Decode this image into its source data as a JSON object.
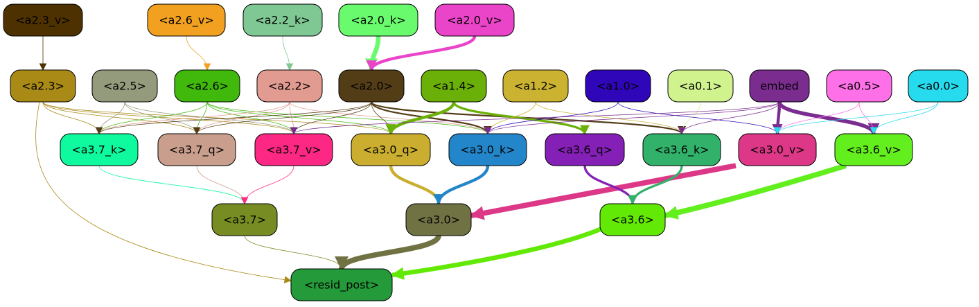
{
  "nodes": [
    {
      "id": "a2_3_v",
      "label": "<a2.3_v>",
      "color": "#4d3100"
    },
    {
      "id": "a2_6_v",
      "label": "<a2.6_v>",
      "color": "#f1a020"
    },
    {
      "id": "a2_2_k",
      "label": "<a2.2_k>",
      "color": "#7fc893"
    },
    {
      "id": "a2_0_k",
      "label": "<a2.0_k>",
      "color": "#69fb6d"
    },
    {
      "id": "a2_0_v",
      "label": "<a2.0_v>",
      "color": "#ea44c9"
    },
    {
      "id": "a2_3",
      "label": "<a2.3>",
      "color": "#a98a17"
    },
    {
      "id": "a2_5",
      "label": "<a2.5>",
      "color": "#949a7c"
    },
    {
      "id": "a2_6",
      "label": "<a2.6>",
      "color": "#40b80c"
    },
    {
      "id": "a2_2",
      "label": "<a2.2>",
      "color": "#e29b90"
    },
    {
      "id": "a2_0",
      "label": "<a2.0>",
      "color": "#533d17"
    },
    {
      "id": "a1_4",
      "label": "<a1.4>",
      "color": "#6bb008"
    },
    {
      "id": "a1_2",
      "label": "<a1.2>",
      "color": "#cbb231"
    },
    {
      "id": "a1_0",
      "label": "<a1.0>",
      "color": "#3006b9"
    },
    {
      "id": "a0_1",
      "label": "<a0.1>",
      "color": "#d0f38e"
    },
    {
      "id": "embed",
      "label": "embed",
      "color": "#7a2d8f"
    },
    {
      "id": "a0_5",
      "label": "<a0.5>",
      "color": "#fd70e7"
    },
    {
      "id": "a0_0",
      "label": "<a0.0>",
      "color": "#26dbed"
    },
    {
      "id": "a3_7_k",
      "label": "<a3.7_k>",
      "color": "#0ffa9e"
    },
    {
      "id": "a3_7_q",
      "label": "<a3.7_q>",
      "color": "#c99e8c"
    },
    {
      "id": "a3_7_v",
      "label": "<a3.7_v>",
      "color": "#fc2884"
    },
    {
      "id": "a3_0_q",
      "label": "<a3.0_q>",
      "color": "#cbae30"
    },
    {
      "id": "a3_0_k",
      "label": "<a3.0_k>",
      "color": "#2486ca"
    },
    {
      "id": "a3_6_q",
      "label": "<a3.6_q>",
      "color": "#8420b6"
    },
    {
      "id": "a3_6_k",
      "label": "<a3.6_k>",
      "color": "#31b169"
    },
    {
      "id": "a3_0_v",
      "label": "<a3.0_v>",
      "color": "#dc3887"
    },
    {
      "id": "a3_6_v",
      "label": "<a3.6_v>",
      "color": "#63ef1d"
    },
    {
      "id": "a3_7",
      "label": "<a3.7>",
      "color": "#778d23"
    },
    {
      "id": "a3_0",
      "label": "<a3.0>",
      "color": "#717244"
    },
    {
      "id": "a3_6",
      "label": "<a3.6>",
      "color": "#63e906"
    },
    {
      "id": "resid_post",
      "label": "<resid_post>",
      "color": "#259a3b"
    }
  ],
  "edges": [
    {
      "from": "a2_3_v",
      "to": "a2_3",
      "color": "#4d3100",
      "weight": 1
    },
    {
      "from": "a2_6_v",
      "to": "a2_6",
      "color": "#f1a020",
      "weight": 1
    },
    {
      "from": "a2_2_k",
      "to": "a2_2",
      "color": "#7fc893",
      "weight": 1
    },
    {
      "from": "a2_0_k",
      "to": "a2_0",
      "color": "#69fb6d",
      "weight": 6
    },
    {
      "from": "a2_0_v",
      "to": "a2_0",
      "color": "#ea44c9",
      "weight": 4
    },
    {
      "from": "a2_3",
      "to": "a3_7_k",
      "color": "#a98a17",
      "weight": 1
    },
    {
      "from": "a2_3",
      "to": "a3_7_q",
      "color": "#a98a17",
      "weight": 1
    },
    {
      "from": "a2_3",
      "to": "a3_7_v",
      "color": "#a98a17",
      "weight": 1
    },
    {
      "from": "a2_3",
      "to": "a3_0_q",
      "color": "#a98a17",
      "weight": 1
    },
    {
      "from": "a2_3",
      "to": "resid_post",
      "color": "#a98a17",
      "weight": 1
    },
    {
      "from": "a2_5",
      "to": "a3_7_k",
      "color": "#949a7c",
      "weight": 1
    },
    {
      "from": "a2_5",
      "to": "a3_7_q",
      "color": "#949a7c",
      "weight": 1
    },
    {
      "from": "a2_5",
      "to": "a3_7_v",
      "color": "#949a7c",
      "weight": 1
    },
    {
      "from": "a2_6",
      "to": "a3_7_k",
      "color": "#40b80c",
      "weight": 1
    },
    {
      "from": "a2_6",
      "to": "a3_7_q",
      "color": "#40b80c",
      "weight": 1
    },
    {
      "from": "a2_6",
      "to": "a3_7_v",
      "color": "#40b80c",
      "weight": 1
    },
    {
      "from": "a2_6",
      "to": "a3_0_q",
      "color": "#40b80c",
      "weight": 1
    },
    {
      "from": "a2_6",
      "to": "a3_0_k",
      "color": "#40b80c",
      "weight": 1
    },
    {
      "from": "a2_2",
      "to": "a3_7_k",
      "color": "#e29b90",
      "weight": 1
    },
    {
      "from": "a2_2",
      "to": "a3_7_q",
      "color": "#e29b90",
      "weight": 1
    },
    {
      "from": "a2_2",
      "to": "a3_7_v",
      "color": "#e29b90",
      "weight": 1
    },
    {
      "from": "a2_2",
      "to": "a3_0_k",
      "color": "#e29b90",
      "weight": 1
    },
    {
      "from": "a2_0",
      "to": "a3_7_k",
      "color": "#533d17",
      "weight": 1
    },
    {
      "from": "a2_0",
      "to": "a3_7_q",
      "color": "#533d17",
      "weight": 1
    },
    {
      "from": "a2_0",
      "to": "a3_7_v",
      "color": "#533d17",
      "weight": 1
    },
    {
      "from": "a2_0",
      "to": "a3_0_q",
      "color": "#533d17",
      "weight": 1
    },
    {
      "from": "a2_0",
      "to": "a3_0_k",
      "color": "#533d17",
      "weight": 2
    },
    {
      "from": "a2_0",
      "to": "a3_6_k",
      "color": "#533d17",
      "weight": 2
    },
    {
      "from": "a1_4",
      "to": "a3_0_q",
      "color": "#6bb008",
      "weight": 4
    },
    {
      "from": "a1_4",
      "to": "a3_6_q",
      "color": "#6bb008",
      "weight": 3
    },
    {
      "from": "a1_2",
      "to": "a3_0_k",
      "color": "#cbb231",
      "weight": 1
    },
    {
      "from": "a1_2",
      "to": "a3_6_k",
      "color": "#cbb231",
      "weight": 1
    },
    {
      "from": "a1_0",
      "to": "a3_0_k",
      "color": "#3006b9",
      "weight": 1
    },
    {
      "from": "a1_0",
      "to": "a3_0_v",
      "color": "#3006b9",
      "weight": 1
    },
    {
      "from": "a0_1",
      "to": "a3_6_k",
      "color": "#d0f38e",
      "weight": 1
    },
    {
      "from": "embed",
      "to": "a3_7_v",
      "color": "#7a2d8f",
      "weight": 1
    },
    {
      "from": "embed",
      "to": "a3_0_k",
      "color": "#7a2d8f",
      "weight": 1
    },
    {
      "from": "embed",
      "to": "a3_6_k",
      "color": "#7a2d8f",
      "weight": 1
    },
    {
      "from": "embed",
      "to": "a3_0_v",
      "color": "#7a2d8f",
      "weight": 4
    },
    {
      "from": "embed",
      "to": "a3_6_v",
      "color": "#7a2d8f",
      "weight": 5
    },
    {
      "from": "a0_5",
      "to": "a3_0_v",
      "color": "#fd70e7",
      "weight": 1
    },
    {
      "from": "a0_5",
      "to": "a3_6_v",
      "color": "#fd70e7",
      "weight": 1
    },
    {
      "from": "a0_0",
      "to": "a3_0_v",
      "color": "#26dbed",
      "weight": 1
    },
    {
      "from": "a0_0",
      "to": "a3_6_v",
      "color": "#26dbed",
      "weight": 1
    },
    {
      "from": "a3_7_k",
      "to": "a3_7",
      "color": "#0ffa9e",
      "weight": 1
    },
    {
      "from": "a3_7_q",
      "to": "a3_7",
      "color": "#c99e8c",
      "weight": 1
    },
    {
      "from": "a3_7_v",
      "to": "a3_7",
      "color": "#fc2884",
      "weight": 1
    },
    {
      "from": "a3_0_q",
      "to": "a3_0",
      "color": "#cbae30",
      "weight": 4
    },
    {
      "from": "a3_0_k",
      "to": "a3_0",
      "color": "#2486ca",
      "weight": 4
    },
    {
      "from": "a3_0_v",
      "to": "a3_0",
      "color": "#dc3887",
      "weight": 7
    },
    {
      "from": "a3_6_q",
      "to": "a3_6",
      "color": "#8420b6",
      "weight": 3
    },
    {
      "from": "a3_6_k",
      "to": "a3_6",
      "color": "#31b169",
      "weight": 3
    },
    {
      "from": "a3_6_v",
      "to": "a3_6",
      "color": "#63ef1d",
      "weight": 7
    },
    {
      "from": "a3_7",
      "to": "resid_post",
      "color": "#778d23",
      "weight": 1
    },
    {
      "from": "a3_0",
      "to": "resid_post",
      "color": "#717244",
      "weight": 7
    },
    {
      "from": "a3_6",
      "to": "resid_post",
      "color": "#63e906",
      "weight": 6
    }
  ]
}
